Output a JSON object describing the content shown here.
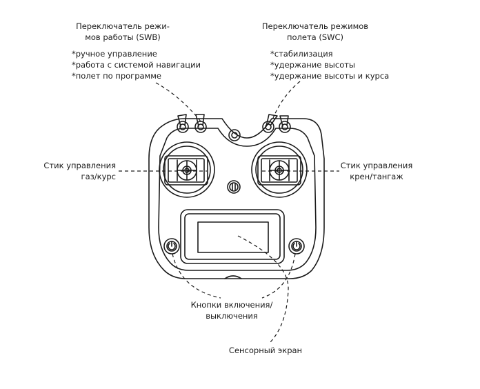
{
  "labels": {
    "swb_title_1": "Переключатель режи-",
    "swb_title_2": "мов работы (SWB)",
    "swb_modes": [
      "*ручное управление",
      "*работа с системой навигации",
      "*полет по программе"
    ],
    "swc_title_1": "Переключатель режимов",
    "swc_title_2": "полета (SWC)",
    "swc_modes": [
      "*стабилизация",
      "*удержание высоты",
      "*удержание высоты и курса"
    ],
    "left_stick_1": "Стик управления",
    "left_stick_2": "газ/курс",
    "right_stick_1": "Стик управления",
    "right_stick_2": "крен/тангаж",
    "power_1": "Кнопки включения/",
    "power_2": "выключения",
    "screen": "Сенсорный экран"
  }
}
